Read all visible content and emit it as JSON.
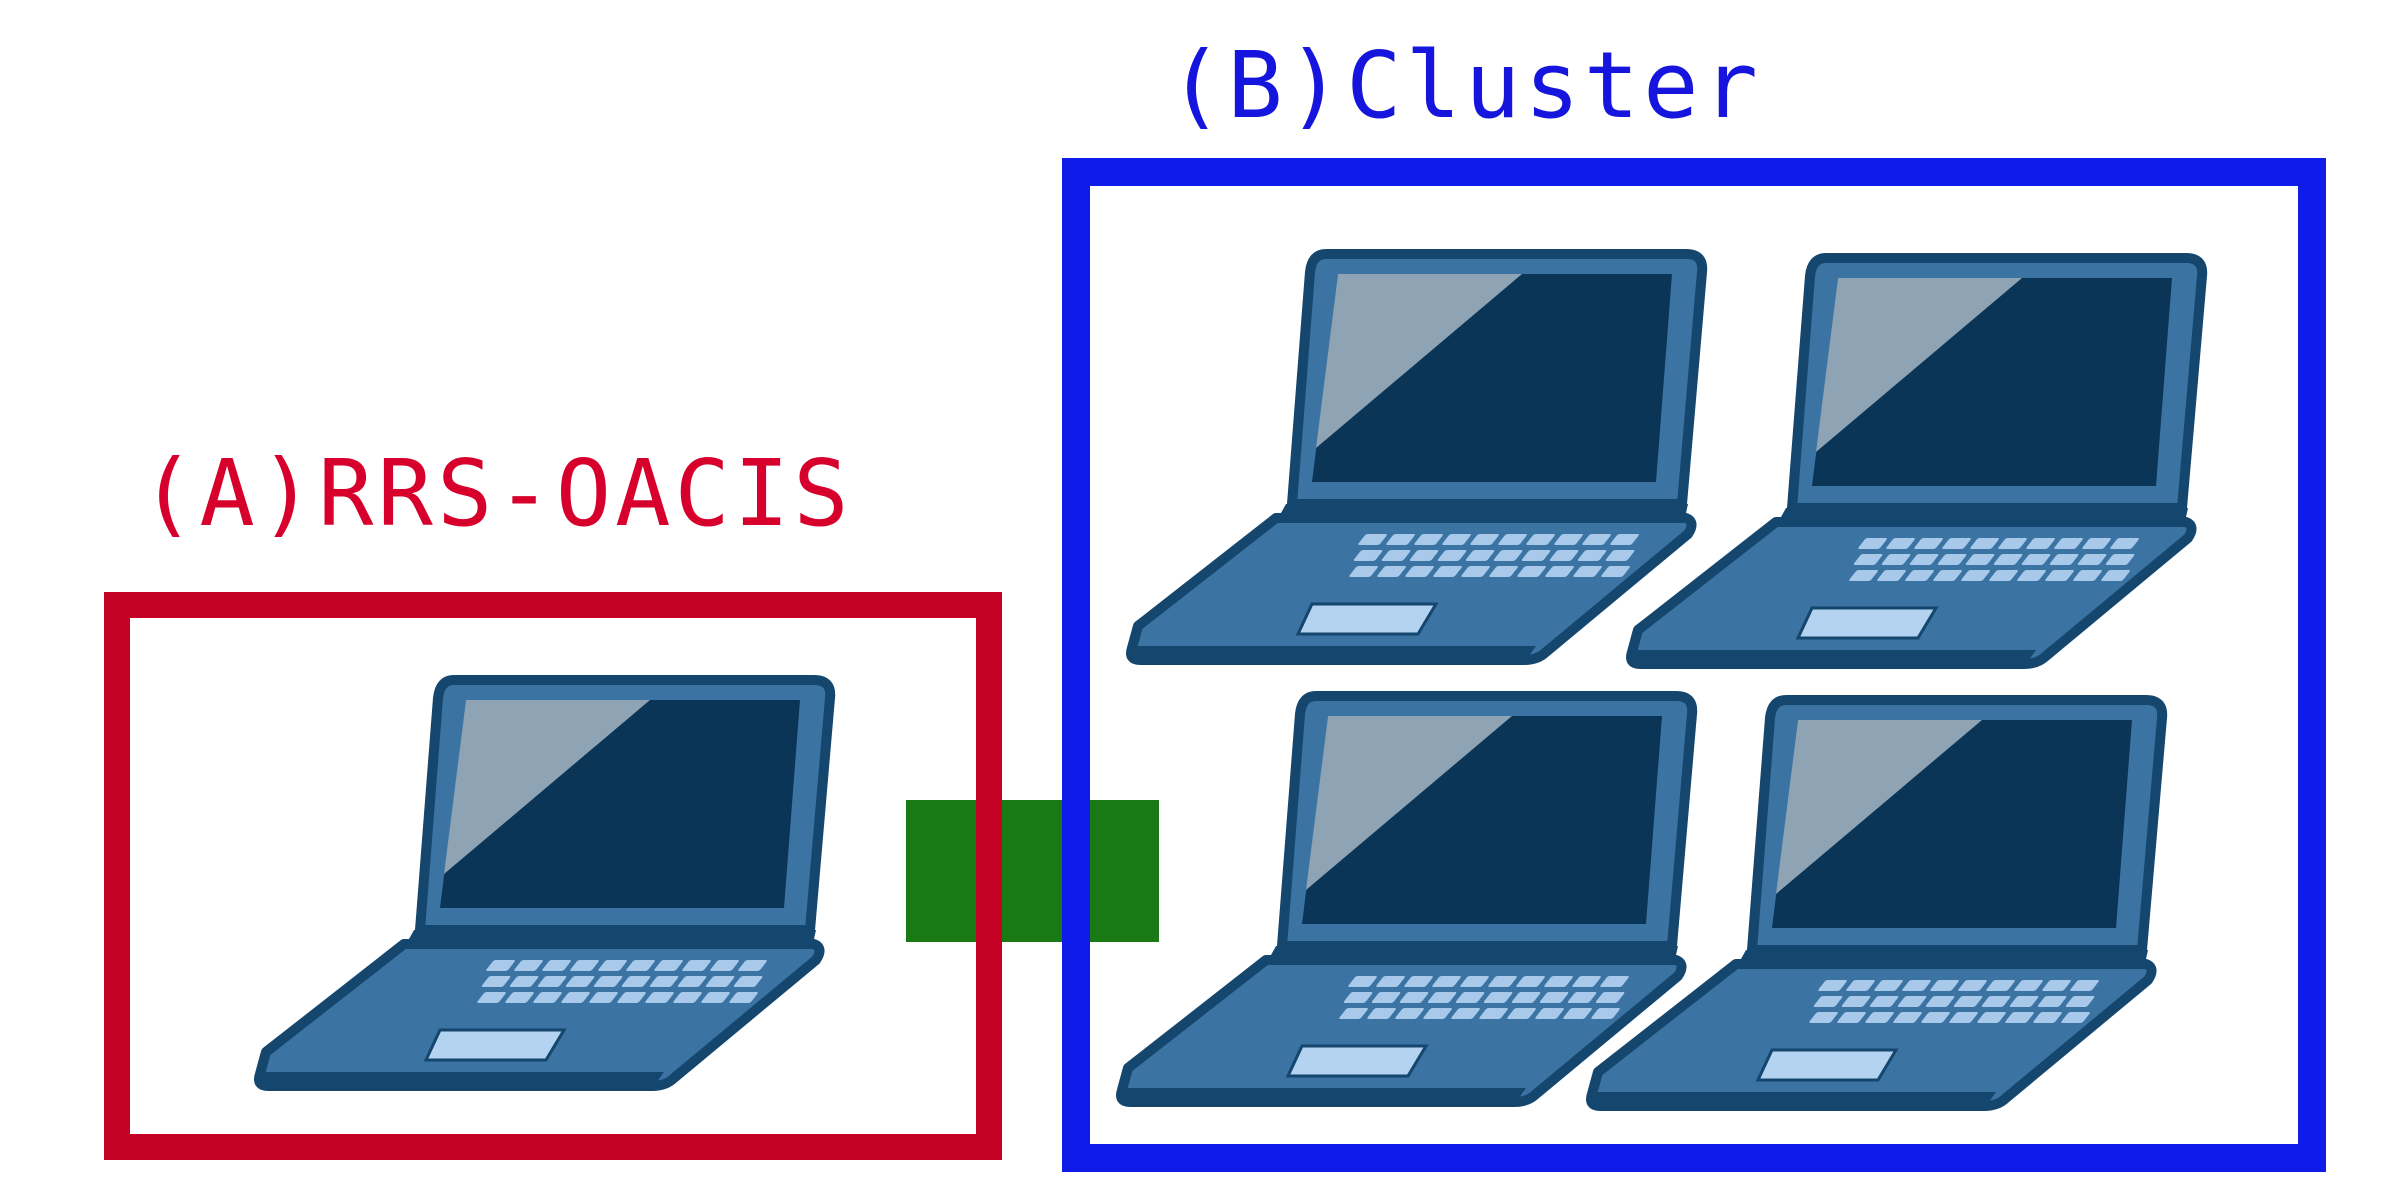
{
  "client": {
    "label": "(A)RRS-OACIS",
    "color": "#d7002c",
    "border_color": "#c40025",
    "icon": "laptop-icon"
  },
  "cluster": {
    "label": "(B)Cluster",
    "color": "#1515dd",
    "border_color": "#0f1be8",
    "icon": "laptop-icon",
    "node_count": 4
  },
  "connection": {
    "color": "#197a15"
  },
  "palette": {
    "laptop_body": "#3b73a3",
    "laptop_outline": "#14466e",
    "screen_dark": "#0a3557",
    "screen_glare": "#8ea3b4",
    "keys": "#a9c9ea",
    "trackpad": "#b4d3f0"
  }
}
